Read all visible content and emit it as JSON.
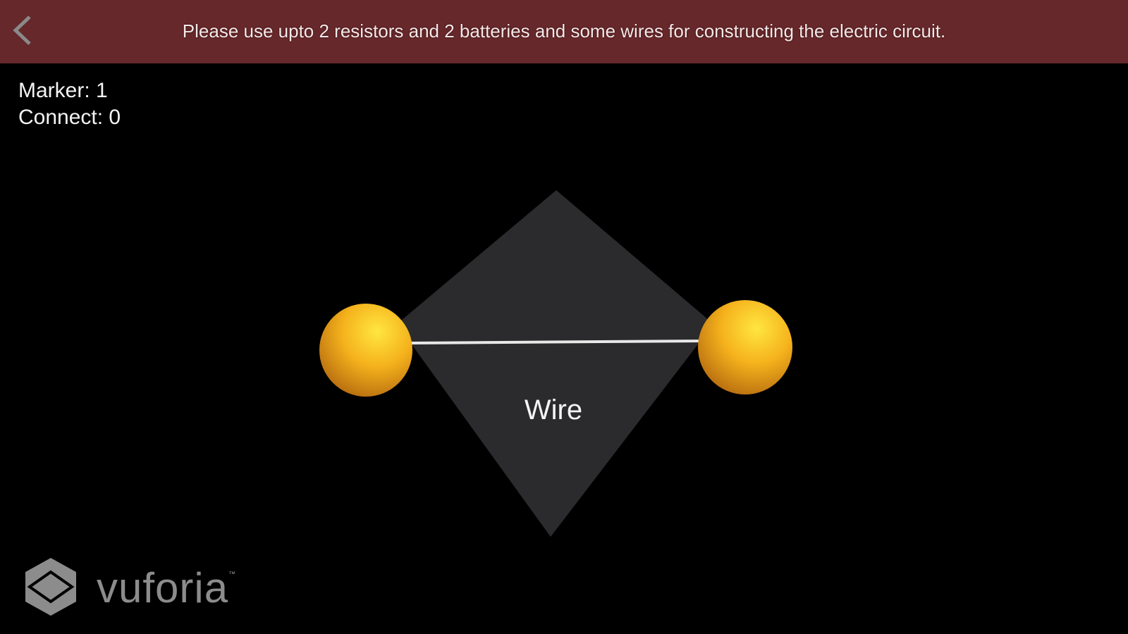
{
  "header": {
    "back_icon": "chevron-left-icon",
    "instruction": "Please use upto 2 resistors and 2 batteries and some wires for constructing the electric circuit."
  },
  "status": {
    "marker": "Marker: 1",
    "connect": "Connect: 0"
  },
  "scene": {
    "component_label": "Wire",
    "terminal_color": "#f5b21c",
    "marker_color": "#2b2b2d"
  },
  "branding": {
    "logo_text": "vuforia",
    "trademark": "™"
  }
}
